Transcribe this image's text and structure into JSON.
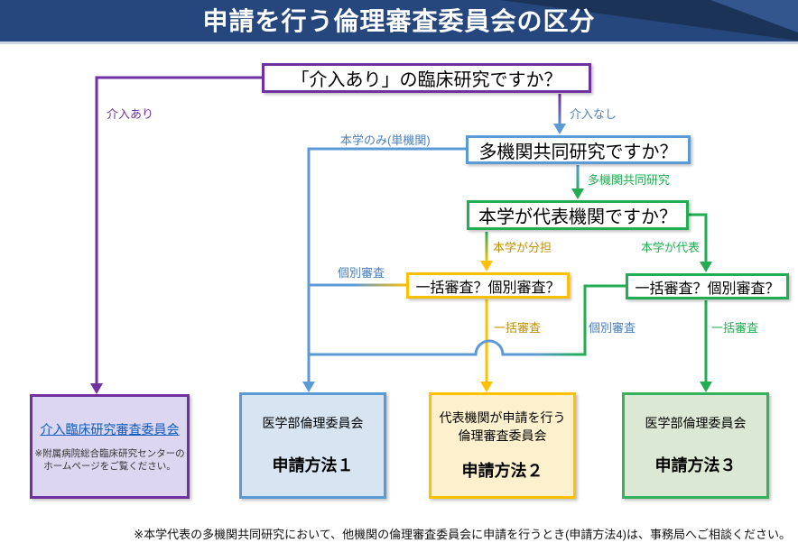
{
  "title": "申請を行う倫理審査委員会の区分",
  "questions": {
    "intervention": "「介入あり」の臨床研究ですか？",
    "multi_institution": "多機関共同研究ですか？",
    "representative": "本学が代表機関ですか？",
    "review_type_left": "一括審査？個別審査？",
    "review_type_right": "一括審査？個別審査？"
  },
  "edge_labels": {
    "intervention_yes": "介入あり",
    "intervention_no": "介入なし",
    "single_institution": "本学のみ(単機関)",
    "multi_institution": "多機関共同研究",
    "role_sharing": "本学が分担",
    "role_representative": "本学が代表",
    "individual_review_left": "個別審査",
    "joint_review_center": "一括審査",
    "individual_review_center": "個別審査",
    "joint_review_right": "一括審査"
  },
  "results": {
    "intervention_committee": {
      "link": "介入臨床研究審査委員会",
      "note_line1": "※附属病院総合臨床研究センターの",
      "note_line2": "ホームページをご覧ください。"
    },
    "method1": {
      "org": "医学部倫理委員会",
      "method": "申請方法１"
    },
    "method2": {
      "org_line1": "代表機関が申請を行う",
      "org_line2": "倫理審査委員会",
      "method": "申請方法２"
    },
    "method3": {
      "org": "医学部倫理委員会",
      "method": "申請方法３"
    }
  },
  "footnote": "※本学代表の多機関共同研究において、他機関の倫理審査委員会に申請を行うとき(申請方法4)は、事務局へご相談ください。",
  "colors": {
    "purple": "#7030a0",
    "blue": "#5b9bd5",
    "green": "#22ad52",
    "yellow": "#ffc000",
    "blue_text": "#4a7ebb",
    "yellow_text": "#bf9000",
    "link_blue": "#0b5cc4",
    "titlebar": "#26477d"
  }
}
